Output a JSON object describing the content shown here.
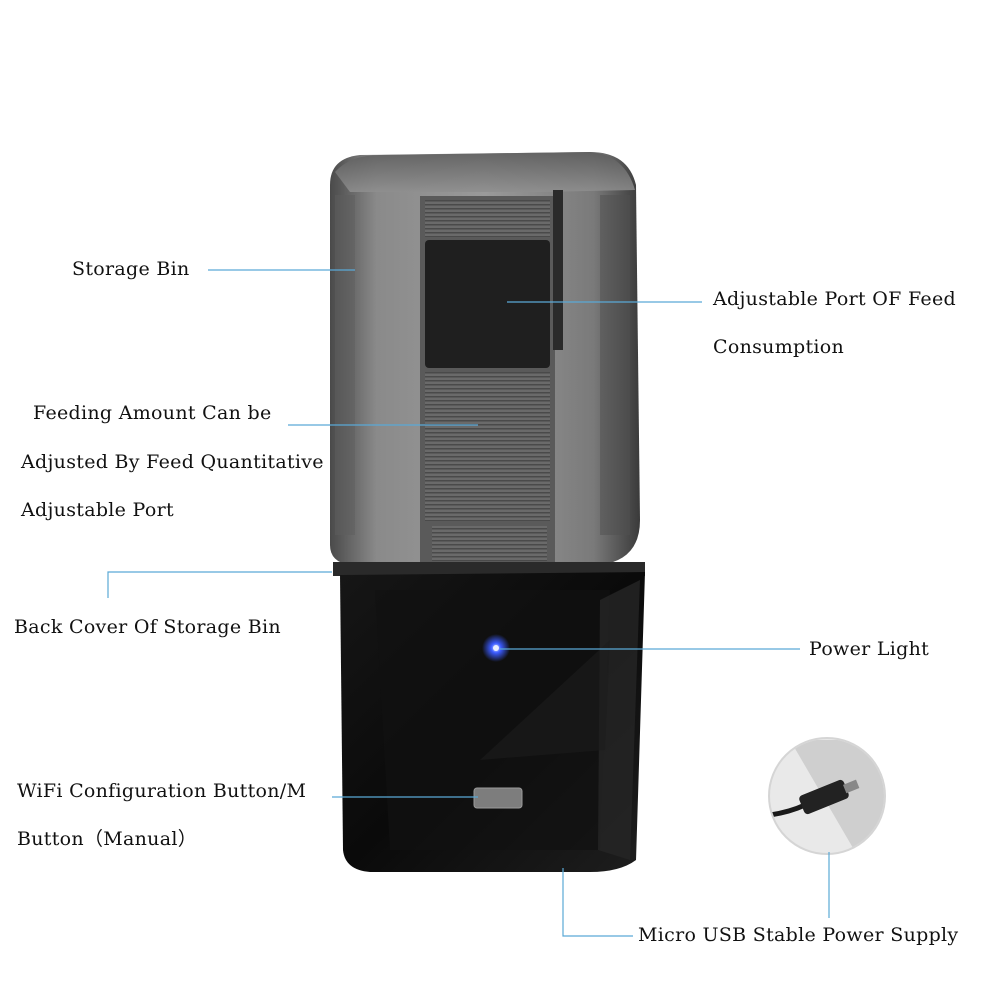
{
  "labels": {
    "storage_bin": "Storage Bin",
    "adjustable_port_line1": "Adjustable Port OF Feed",
    "adjustable_port_line2": "Consumption",
    "feeding_amount_line1": "Feeding Amount Can be",
    "feeding_amount_line2": "Adjusted By Feed Quantitative",
    "feeding_amount_line3": "Adjustable Port",
    "back_cover": "Back Cover Of Storage Bin",
    "power_light": "Power Light",
    "wifi_button_line1": "WiFi Configuration Button/M",
    "wifi_button_line2": "Button（Manual）",
    "micro_usb": "Micro USB Stable Power Supply"
  },
  "colors": {
    "leader_line": "#5aa9d6",
    "power_light": "#2a4bff"
  }
}
